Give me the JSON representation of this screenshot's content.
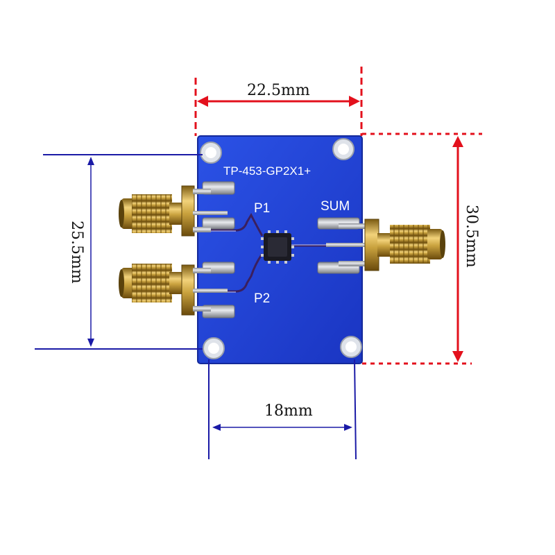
{
  "board": {
    "part_number": "TP-453-GP2X1+",
    "labels": {
      "port1": "P1",
      "port2": "P2",
      "sum": "SUM"
    }
  },
  "dimensions": {
    "top_width": "22.5mm",
    "left_height": "25.5mm",
    "right_height": "30.5mm",
    "bottom_hole_spacing": "18mm"
  },
  "colors": {
    "pcb": "#1e3fd0",
    "gold": "#c9a23e",
    "dim_red": "#e3101c",
    "dim_blue": "#1a1aa6"
  }
}
